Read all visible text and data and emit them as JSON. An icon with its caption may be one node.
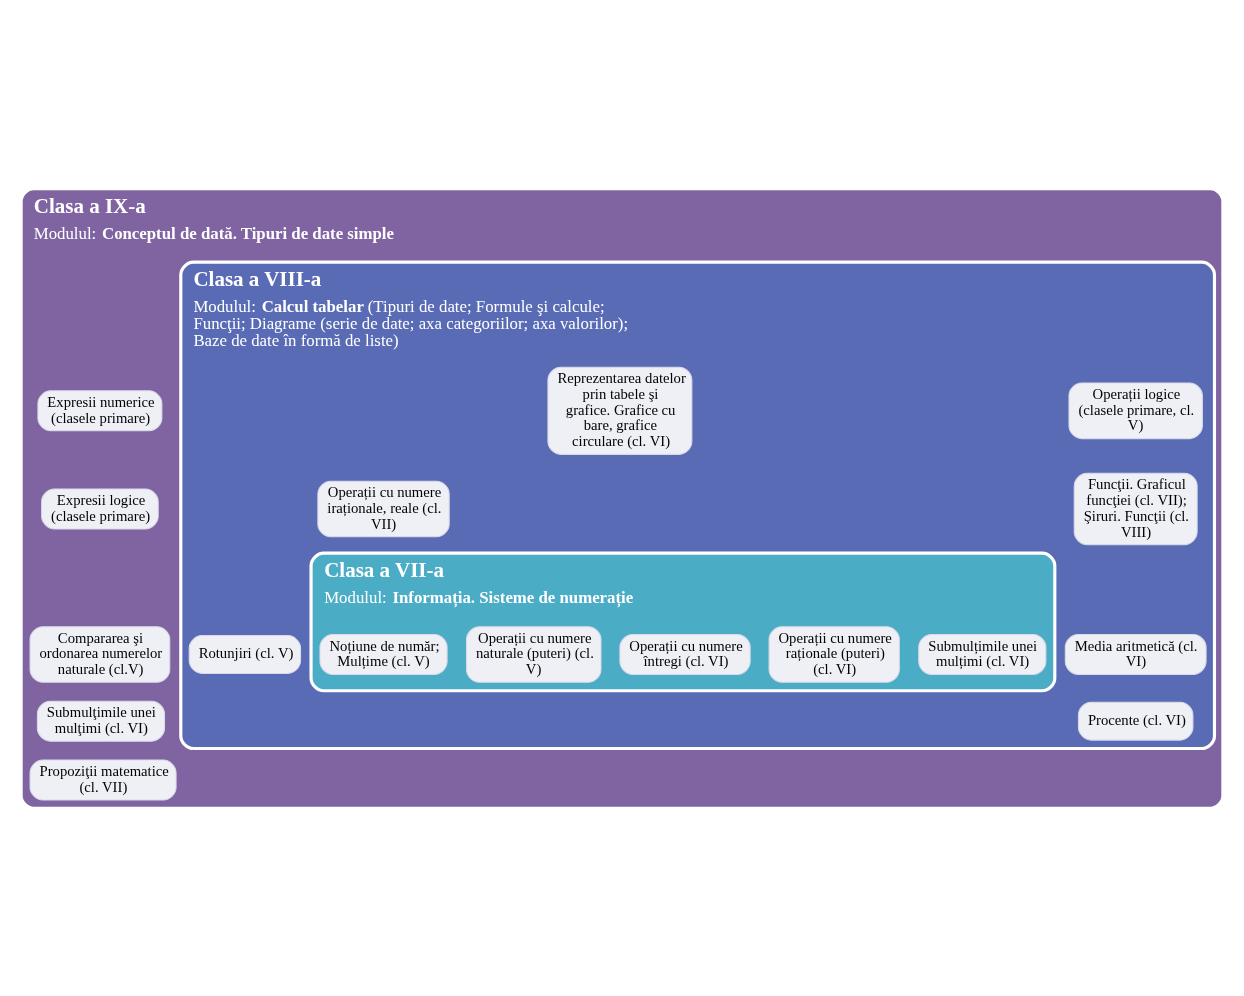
{
  "diagram": {
    "nodes": [
      {
        "text": [
          "Clasa a IX-a",
          "Modulul: **Conceptul de dată. Tipuri de date simple**"
        ]
      },
      {
        "text": [
          "Expresii numerice (clasele primare)"
        ],
        "in": 0
      },
      {
        "text": [
          "Expresii logice (clasele primare)"
        ],
        "in": 0
      },
      {
        "text": [
          "Compararea şi ordonarea numerelor naturale (cl.V)"
        ],
        "in": 0
      },
      {
        "text": [
          "Submulţimile unei mulţimi (cl. VI)"
        ],
        "in": 0
      },
      {
        "text": [
          "Propoziţii matematice (cl. VII)"
        ],
        "in": 0
      },
      {
        "text": [
          "Clasa a VIII-a",
          "Modulul: **Calcul tabelar** (Tipuri de date; Formule şi calcule; Funcţii; Diagrame (serie de date; axa categoriilor; axa valorilor); Baze de date în formă de liste)"
        ],
        "in": 0
      },
      {
        "text": [
          "Operații logice (clasele primare, cl. V)"
        ],
        "in": 6
      },
      {
        "text": [
          "Reprezentarea datelor prin tabele şi grafice. Grafice cu bare, grafice circulare (cl. VI)"
        ],
        "in": 6
      },
      {
        "text": [
          "Funcţii. Graficul funcţiei (cl. VII); Şiruri. Funcţii (cl. VIII)"
        ],
        "in": 6
      },
      {
        "text": [
          "Operații cu numere iraționale, reale (cl. VII)"
        ],
        "in": 6
      },
      {
        "text": [
          "Media aritmetică (cl. VI)"
        ],
        "in": 6
      },
      {
        "text": [
          "Rotunjiri (cl. V)"
        ],
        "in": 6
      },
      {
        "text": [
          "Procente (cl. VI)"
        ],
        "in": 6
      },
      {
        "text": [
          "Clasa a VII-a",
          "Modulul: **Informația. Sisteme de numerație**"
        ],
        "in": 6
      },
      {
        "text": [
          "Noțiune de număr; Mulțime (cl. V)"
        ],
        "in": 14
      },
      {
        "text": [
          "Operații cu numere naturale (puteri) (cl. V)"
        ],
        "in": 14
      },
      {
        "text": [
          "Operații cu numere întregi (cl. VI)"
        ],
        "in": 14
      },
      {
        "text": [
          "Operații cu numere raționale (puteri) (cl. VI)"
        ],
        "in": 14
      },
      {
        "text": [
          "Submulțimile unei mulțimi (cl. VI)"
        ],
        "in": 14
      }
    ],
    "edges": []
  }
}
